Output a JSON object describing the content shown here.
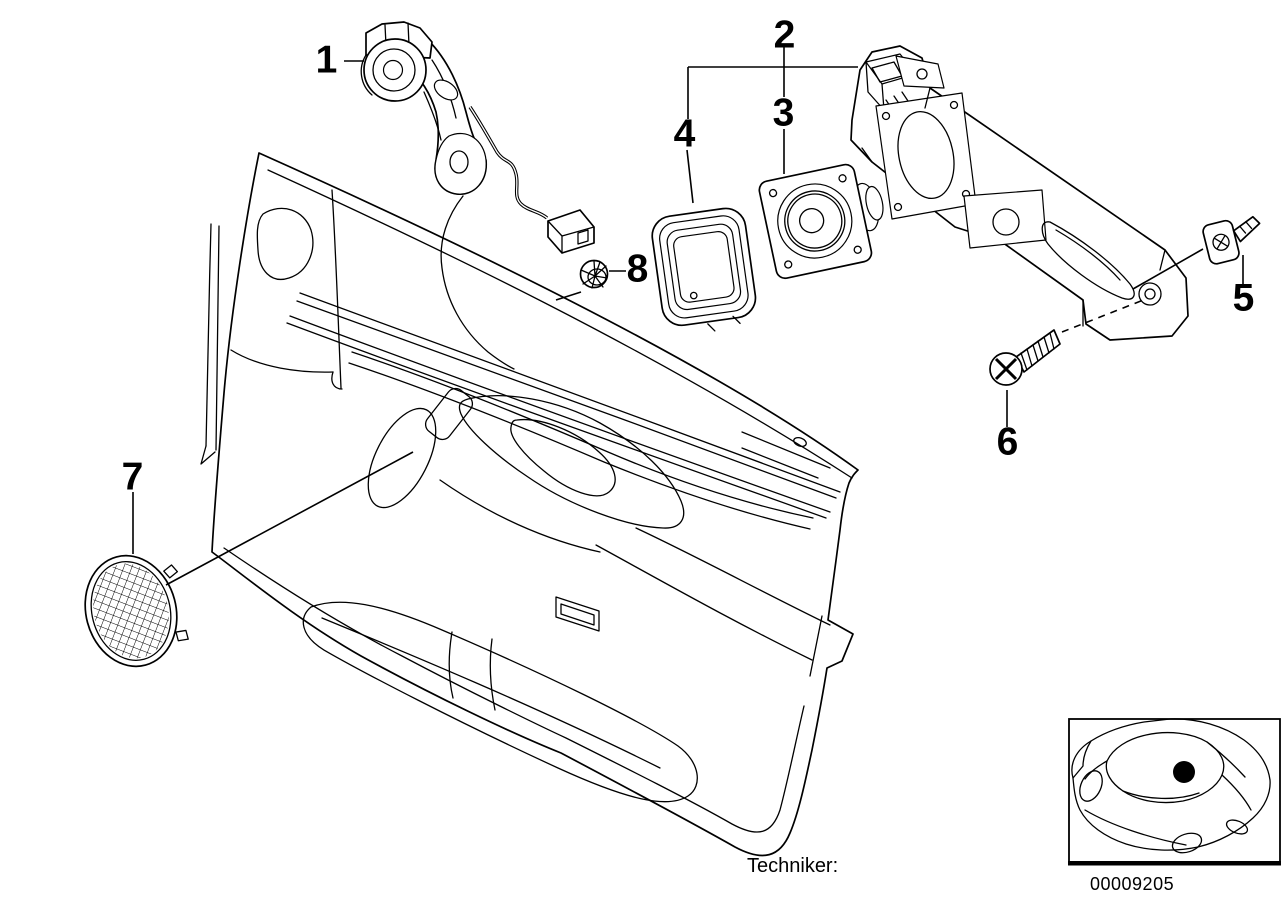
{
  "colors": {
    "line": "#000000",
    "background": "#ffffff",
    "marker": "#000000"
  },
  "callouts": [
    {
      "label": "1",
      "part": "tweeter-speaker-with-mounting-bracket"
    },
    {
      "label": "2",
      "part": "front-door-speaker-bracket"
    },
    {
      "label": "3",
      "part": "midrange-speaker"
    },
    {
      "label": "4",
      "part": "speaker-housing"
    },
    {
      "label": "5",
      "part": "expanding-rivet-clip"
    },
    {
      "label": "6",
      "part": "fillister-head-screw"
    },
    {
      "label": "7",
      "part": "loudspeaker-grille"
    },
    {
      "label": "8",
      "part": "fastening-clip"
    }
  ],
  "footer": {
    "technician_label": "Techniker:"
  },
  "inset": {
    "diagram_number": "00009205"
  }
}
